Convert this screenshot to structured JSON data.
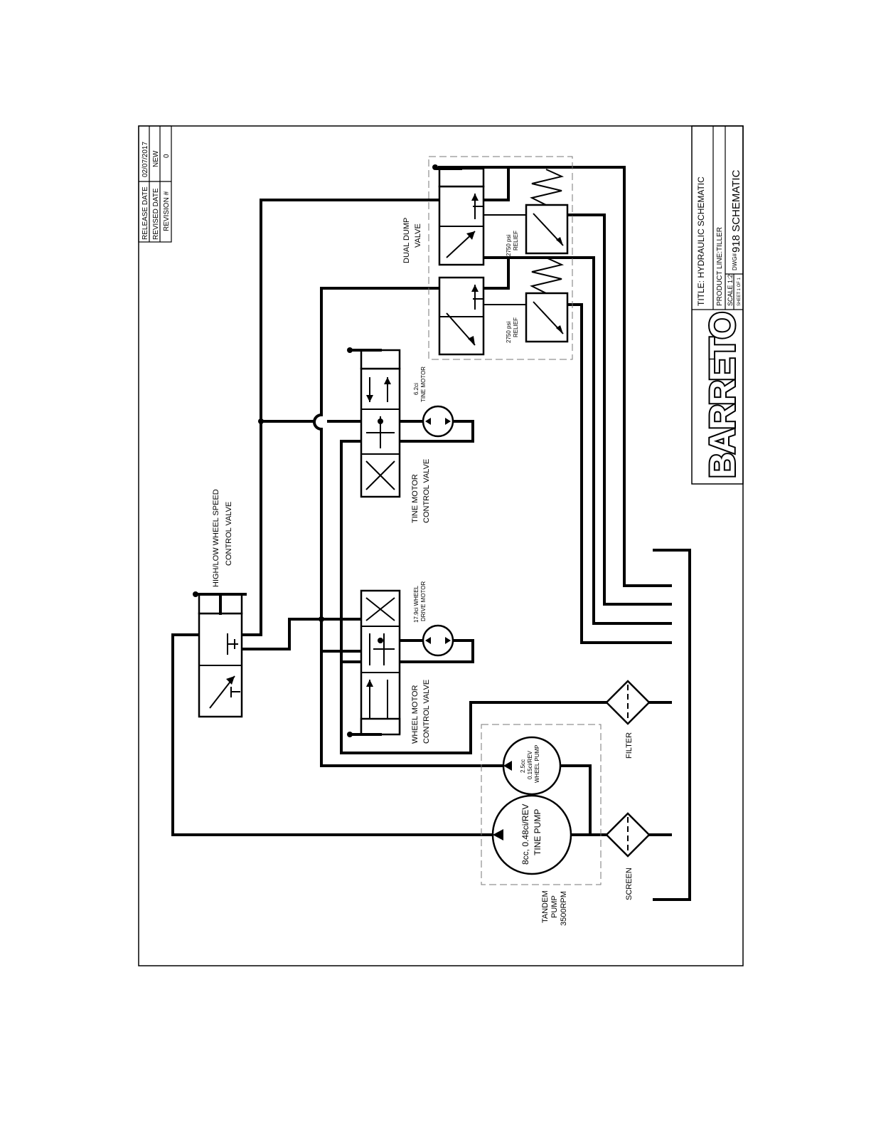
{
  "revision_block": {
    "release_date_label": "RELEASE DATE",
    "release_date": "02/07/2017",
    "revised_date_label": "REVISED DATE",
    "revised_date": "NEW",
    "revision_label": "REVISION #",
    "revision": "0"
  },
  "title_block": {
    "logo": "BARRETO",
    "title": "TITLE: HYDRAULIC SCHEMATIC",
    "product_line": "PRODUCT LINE:TILLER",
    "scale": "SCALE 1:2",
    "sheet": "SHEET 1 OF 1",
    "dwg_label": "DWG#",
    "dwg_number": "918 SCHEMATIC"
  },
  "components": {
    "tandem_pump": [
      "TANDEM",
      "PUMP",
      "3500RPM"
    ],
    "tine_pump": [
      "8cc, 0.48ci/REV",
      "TINE PUMP"
    ],
    "wheel_pump": [
      "2.5cc",
      "0.15ci/REV",
      "WHEEL PUMP"
    ],
    "screen": "SCREEN",
    "filter": "FILTER",
    "wheel_motor_valve": [
      "WHEEL MOTOR",
      "CONTROL VALVE"
    ],
    "wheel_drive_motor": [
      "17.9ci WHEEL",
      "DRIVE MOTOR"
    ],
    "tine_motor_valve": [
      "TINE MOTOR",
      "CONTROL VALVE"
    ],
    "tine_motor": [
      "6.2ci",
      "TINE MOTOR"
    ],
    "speed_valve": [
      "HIGH/LOW WHEEL SPEED",
      "CONTROL VALVE"
    ],
    "dual_dump_valve": [
      "DUAL DUMP",
      "VALVE"
    ],
    "relief_1": [
      "2750 psi",
      "RELIEF"
    ],
    "relief_2": [
      "2750 psi",
      "RELIEF"
    ]
  }
}
